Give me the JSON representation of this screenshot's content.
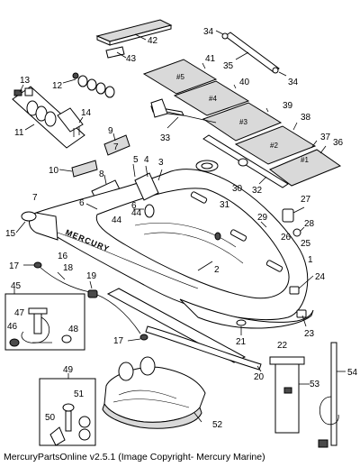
{
  "callouts": [
    "1",
    "2",
    "3",
    "4",
    "5",
    "6",
    "7",
    "8",
    "9",
    "10",
    "11",
    "12",
    "13",
    "14",
    "15",
    "16",
    "17",
    "18",
    "19",
    "20",
    "21",
    "22",
    "23",
    "24",
    "25",
    "26",
    "27",
    "28",
    "29",
    "30",
    "31",
    "32",
    "33",
    "34",
    "35",
    "36",
    "37",
    "38",
    "39",
    "40",
    "41",
    "42",
    "43",
    "44",
    "45",
    "46",
    "47",
    "48",
    "49",
    "50",
    "51",
    "52",
    "53",
    "54"
  ],
  "plank_labels": [
    "#5",
    "#4",
    "#3",
    "#2",
    "#1"
  ],
  "hull_brand": "MERCURY",
  "footer": "MercuryPartsOnline v2.5.1 (Image Copyright- Mercury Marine)"
}
